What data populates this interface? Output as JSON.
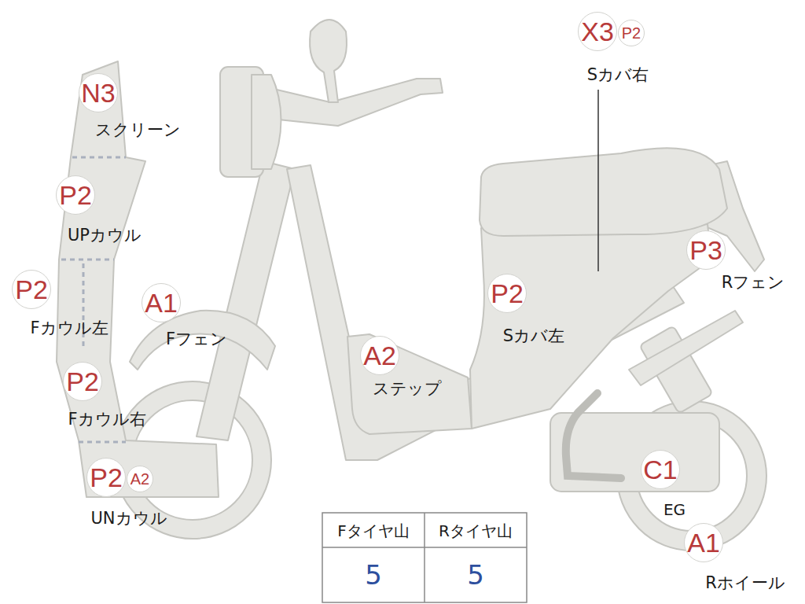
{
  "diagram": {
    "nodes": [
      {
        "text": [
          "N3"
        ]
      },
      {
        "text": [
          "P2"
        ]
      },
      {
        "text": [
          "P2"
        ]
      },
      {
        "text": [
          "A1"
        ]
      },
      {
        "text": [
          "P2"
        ]
      },
      {
        "text": [
          "P2"
        ]
      },
      {
        "text": [
          "A2"
        ]
      },
      {
        "text": [
          "X3"
        ]
      },
      {
        "text": [
          "P2"
        ]
      },
      {
        "text": [
          "P2"
        ]
      },
      {
        "text": [
          "A2"
        ]
      },
      {
        "text": [
          "P3"
        ]
      },
      {
        "text": [
          "C1"
        ]
      },
      {
        "text": [
          "A1"
        ]
      }
    ],
    "labels": [
      "スクリーン",
      "UPカウル",
      "Fカウル左",
      "Fフェン",
      "Fカウル右",
      "UNカウル",
      "Sカバ右",
      "Sカバ左",
      "ステップ",
      "Rフェン",
      "EG",
      "Rホイール",
      "Fタイヤ山",
      "Rタイヤ山",
      "5",
      "5"
    ]
  }
}
